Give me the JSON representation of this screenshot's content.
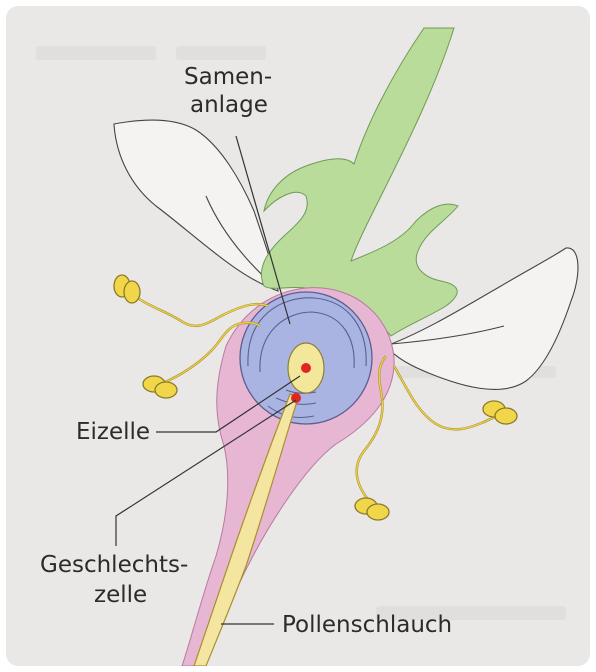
{
  "labels": {
    "samenanlage_line1": "Samen-",
    "samenanlage_line2": "anlage",
    "eizelle": "Eizelle",
    "geschlechtszelle_line1": "Geschlechts-",
    "geschlechtszelle_line2": "zelle",
    "pollenschlauch": "Pollenschlauch"
  },
  "colors": {
    "background": "#e9e8e6",
    "stem_green": "#b9dc9a",
    "ovary_pink": "#e7b6d3",
    "ovule_blue": "#aab4e2",
    "egg_yellow": "#f2e79a",
    "pollen_yellow": "#f1d64a",
    "nucleus_red": "#e0271f"
  }
}
